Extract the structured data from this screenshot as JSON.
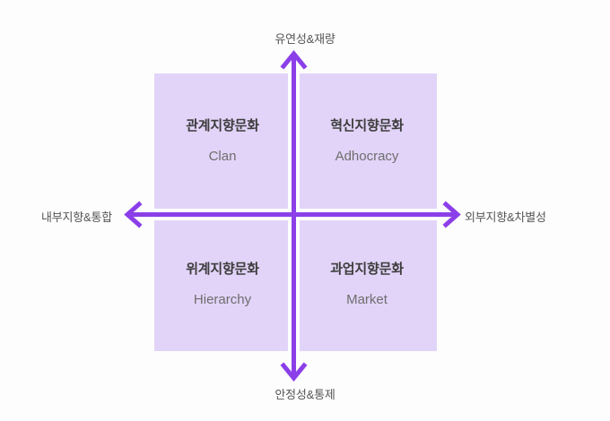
{
  "diagram": {
    "type": "competing-values-framework",
    "colors": {
      "quadrant_fill": "#E2D4F8",
      "axis_purple": "#8B3FE8",
      "title_text": "#3C3C3C",
      "subtitle_text": "#6E6E6E",
      "axis_label_text": "#555555",
      "background": "#FDFDFD"
    },
    "axes": {
      "vertical": {
        "top_label": "유연성&재량",
        "bottom_label": "안정성&통제"
      },
      "horizontal": {
        "left_label": "내부지향&통합",
        "right_label": "외부지향&차별성"
      }
    },
    "quadrants": [
      {
        "position": "top-left",
        "title": "관계지향문화",
        "subtitle": "Clan"
      },
      {
        "position": "top-right",
        "title": "혁신지향문화",
        "subtitle": "Adhocracy"
      },
      {
        "position": "bottom-left",
        "title": "위계지향문화",
        "subtitle": "Hierarchy"
      },
      {
        "position": "bottom-right",
        "title": "과업지향문화",
        "subtitle": "Market"
      }
    ]
  }
}
